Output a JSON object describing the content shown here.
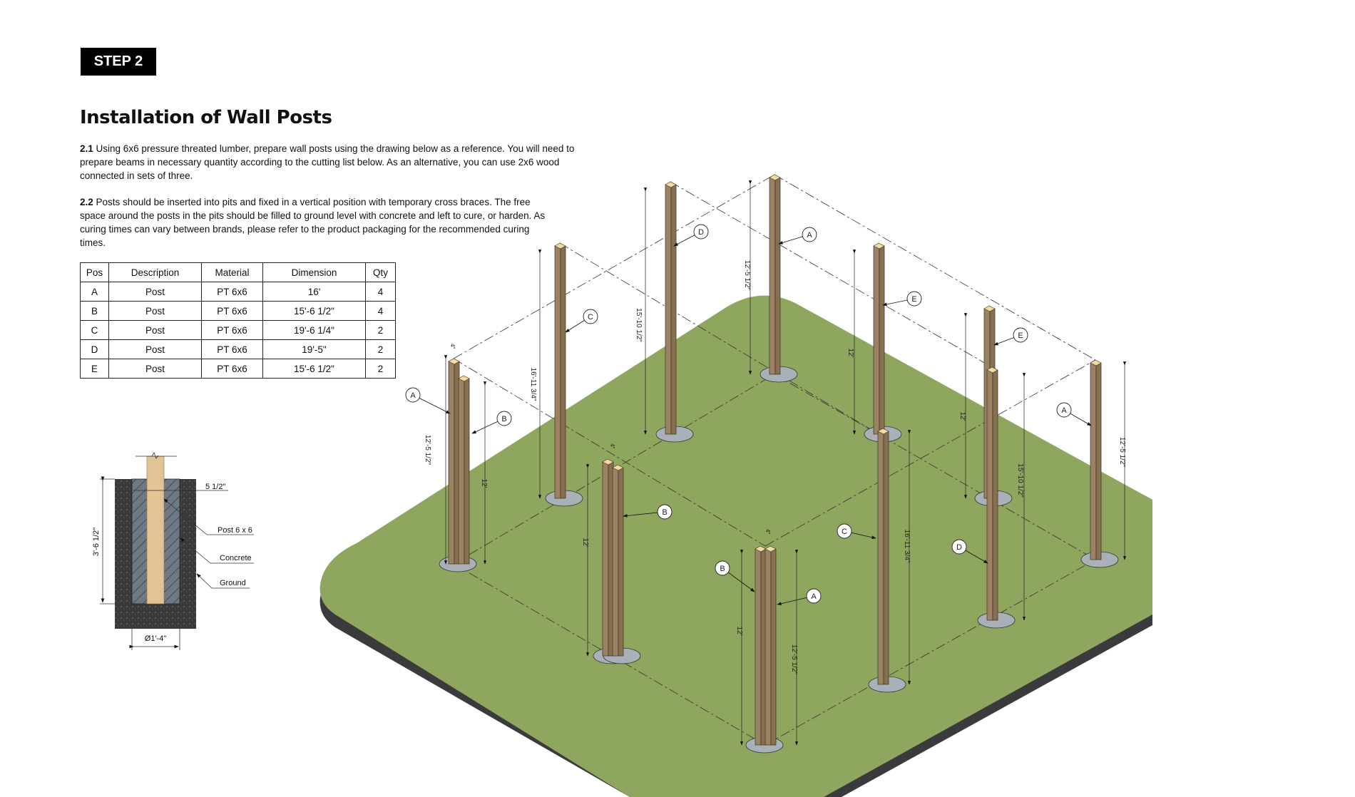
{
  "step_badge": "STEP 2",
  "title": "Installation of Wall Posts",
  "paragraphs": [
    {
      "num": "2.1",
      "text": "Using 6x6 pressure threated lumber, prepare wall posts using the drawing below as a reference. You will need to prepare beams in necessary quantity according to the cutting list below. As an alternative, you can use 2x6 wood connected in sets of three."
    },
    {
      "num": "2.2",
      "text": "Posts should be inserted into pits and fixed in a vertical position with temporary cross braces. The free space around the posts in the pits should be filled to ground level with concrete and left to cure, or harden. As curing times can vary between brands, please refer to the product packaging for the recommended curing times."
    }
  ],
  "cutting_list": {
    "headers": [
      "Pos",
      "Description",
      "Material",
      "Dimension",
      "Qty"
    ],
    "rows": [
      [
        "A",
        "Post",
        "PT 6x6",
        "16'",
        "4"
      ],
      [
        "B",
        "Post",
        "PT 6x6",
        "15'-6 1/2\"",
        "4"
      ],
      [
        "C",
        "Post",
        "PT 6x6",
        "19'-6 1/4\"",
        "2"
      ],
      [
        "D",
        "Post",
        "PT 6x6",
        "19'-5\"",
        "2"
      ],
      [
        "E",
        "Post",
        "PT 6x6",
        "15'-6 1/2\"",
        "2"
      ]
    ]
  },
  "section_detail": {
    "width_label": "5 1/2\"",
    "post_label": "Post 6 x 6",
    "concrete_label": "Concrete",
    "ground_label": "Ground",
    "depth_label": "3'-6 1/2\"",
    "diameter_label": "Ø1'-4\""
  },
  "isometric": {
    "callouts": [
      "A",
      "B",
      "C",
      "D",
      "A",
      "E",
      "E",
      "A",
      "B",
      "C",
      "D",
      "B",
      "A"
    ],
    "dimensions": [
      "12'-5 1/2\"",
      "12'",
      "16'-11 3/4\"",
      "15'-10 1/2\"",
      "12'-5 1/2\"",
      "12'",
      "12'",
      "15'-10 1/2\"",
      "12'-5 1/2\"",
      "16'-11 3/4\"",
      "12'",
      "12'",
      "12'-5 1/2\""
    ],
    "offset_label": "4\"",
    "colors": {
      "grass": "#8fa65e",
      "post": "#9c8262",
      "post_top": "#f0dca0",
      "footing": "#a9b0b8"
    }
  }
}
